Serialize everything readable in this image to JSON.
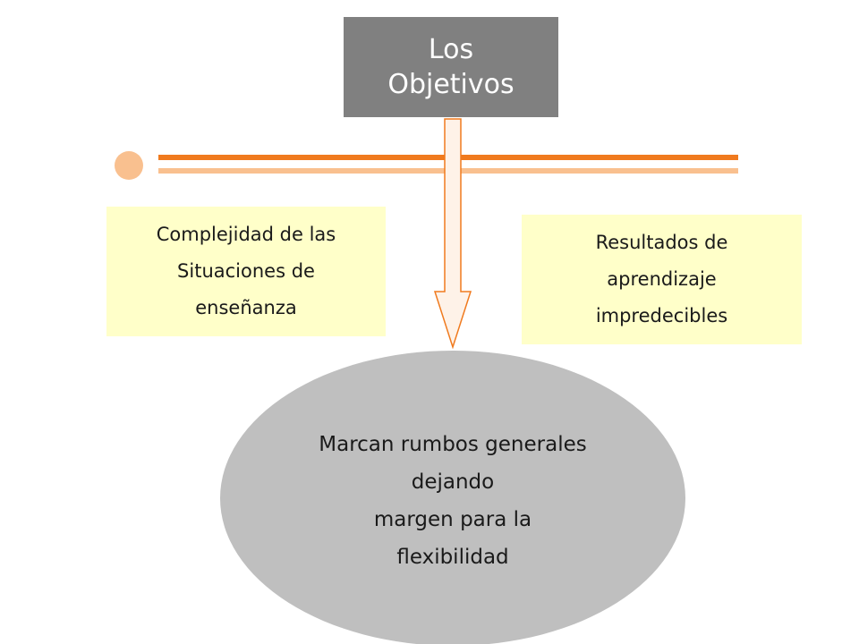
{
  "title": {
    "lines": [
      "Los",
      "Objetivos"
    ]
  },
  "left_box": {
    "lines": [
      "Complejidad de las",
      "Situaciones de",
      "enseñanza"
    ]
  },
  "right_box": {
    "lines": [
      "Resultados de",
      "aprendizaje",
      "impredecibles"
    ]
  },
  "ellipse": {
    "lines": [
      "Marcan rumbos generales",
      "dejando",
      "margen para la",
      "flexibilidad"
    ]
  },
  "colors": {
    "title_bg": "#808080",
    "note_bg": "#ffffc9",
    "ellipse_bg": "#bfbfbf",
    "accent_dark": "#f07a1e",
    "accent_light": "#f9c08f"
  }
}
